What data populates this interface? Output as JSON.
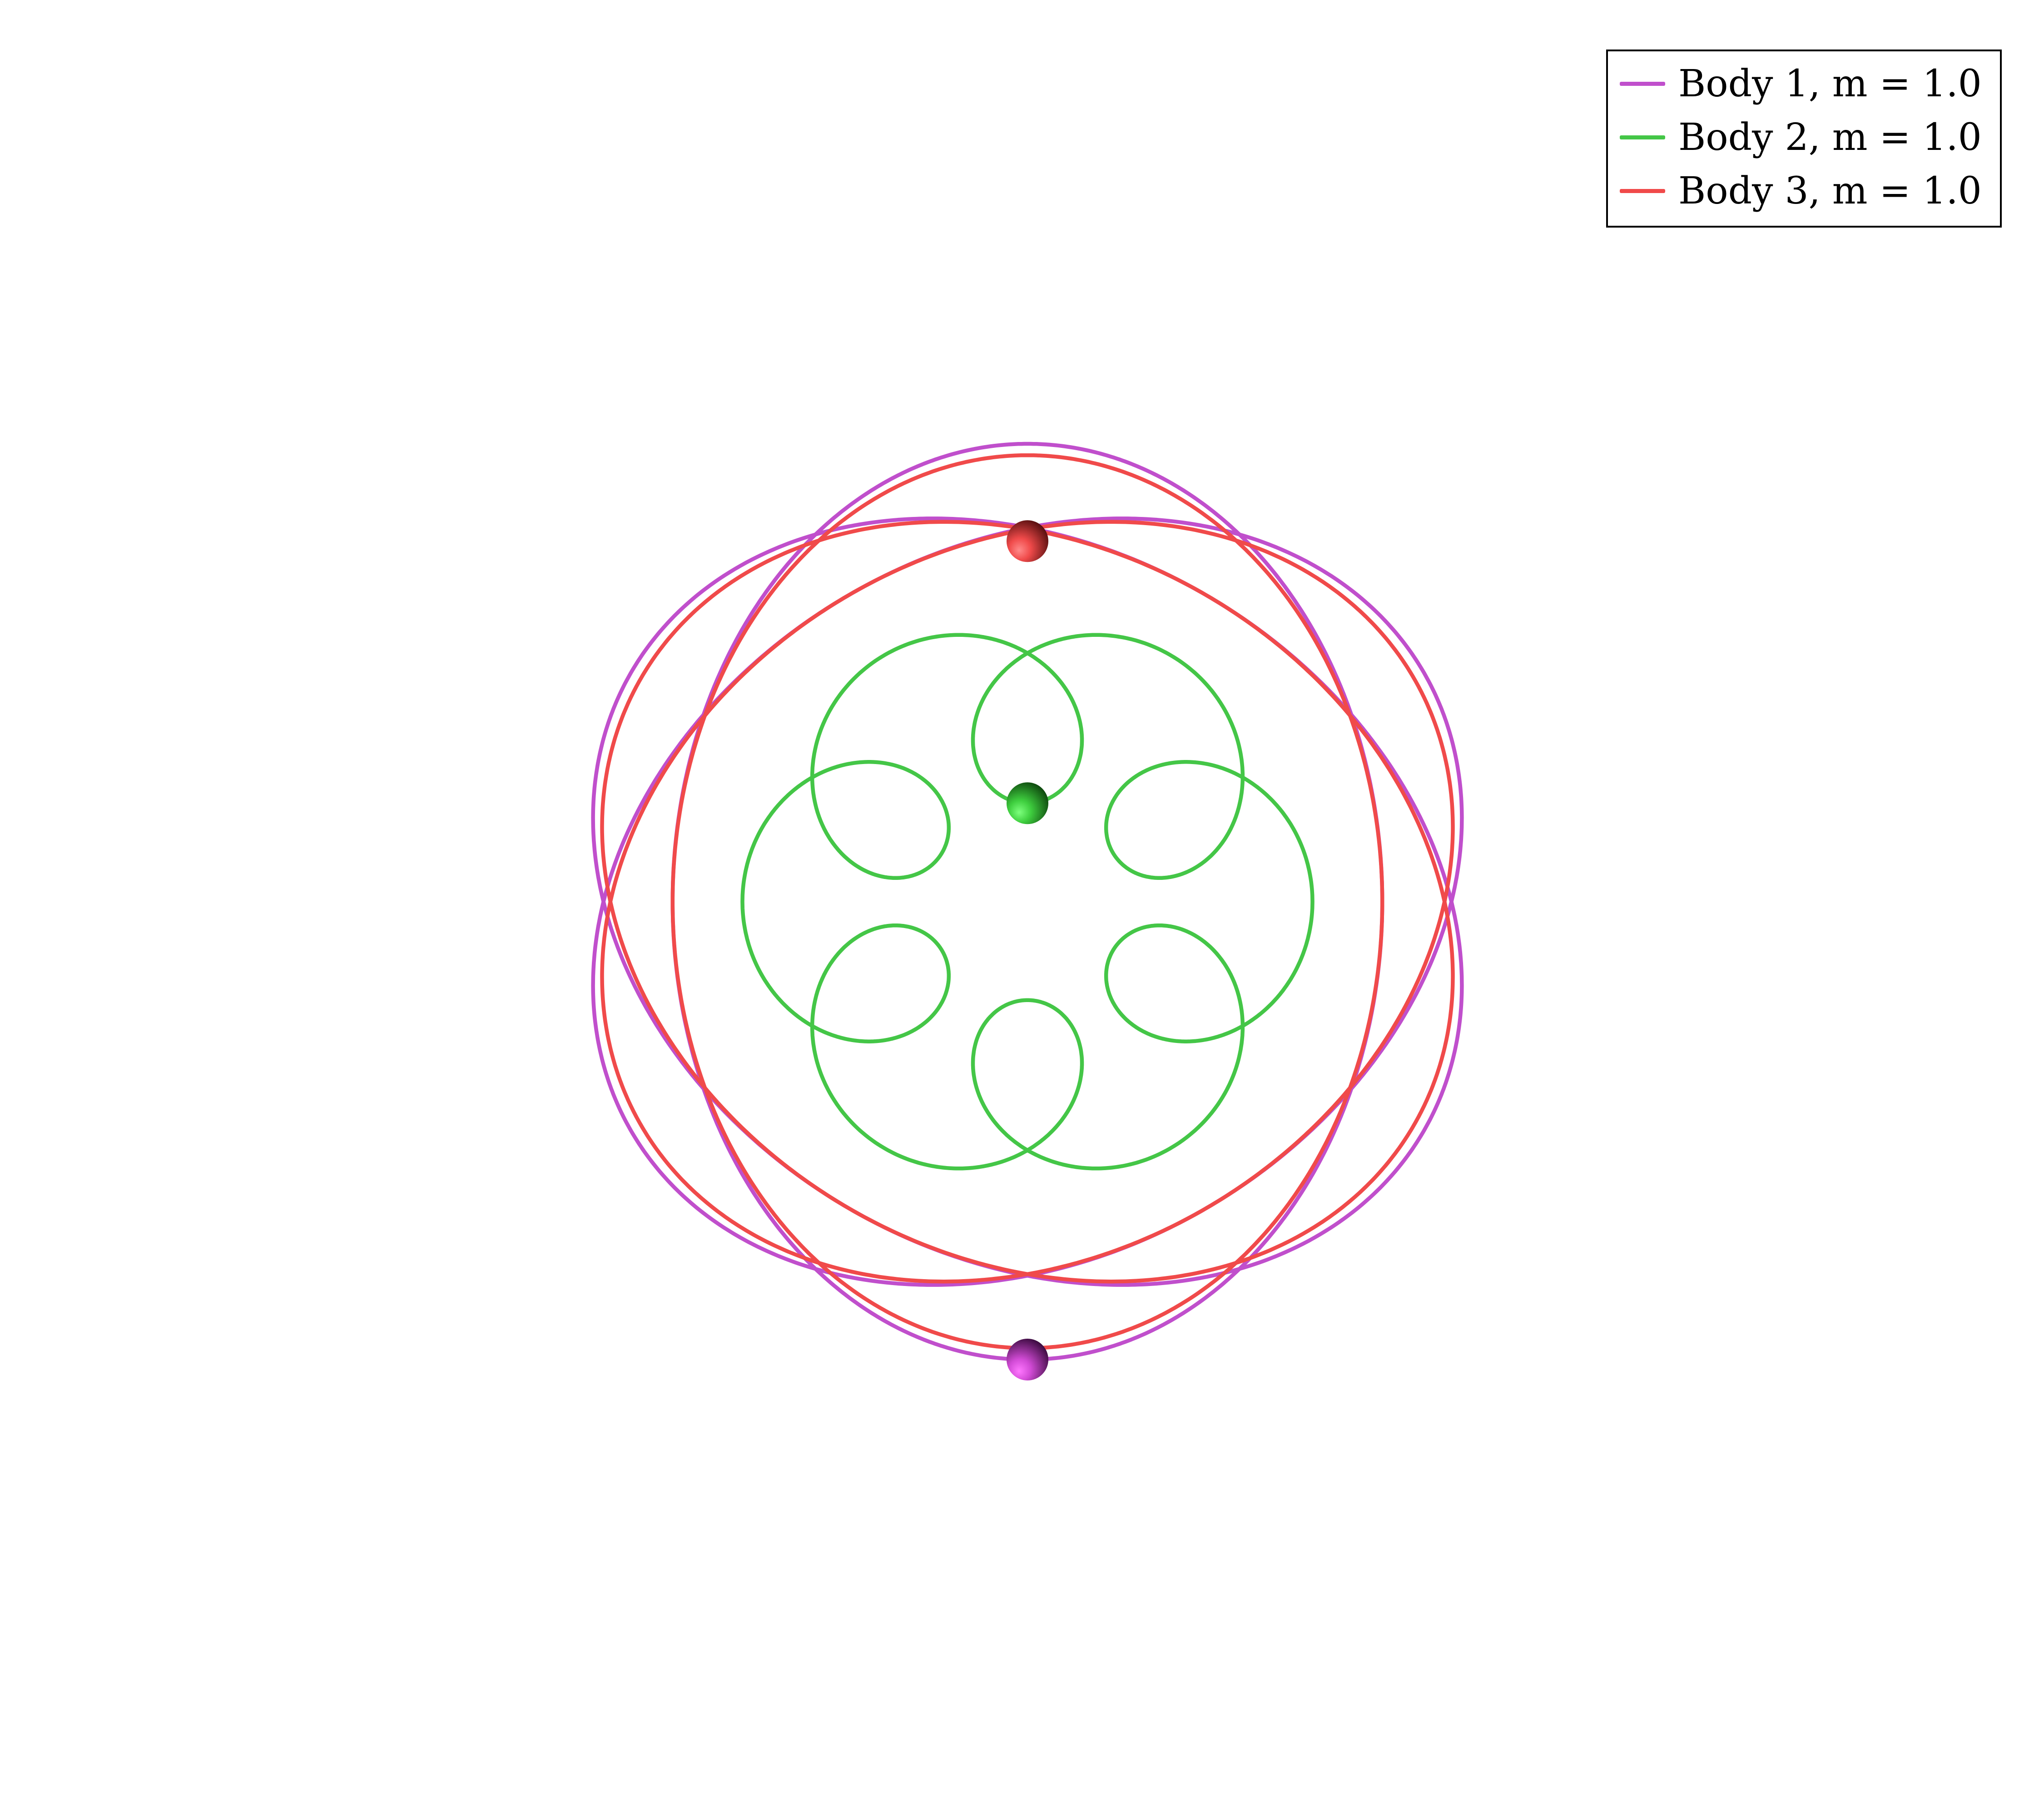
{
  "chart_data": {
    "type": "line",
    "title": "",
    "xlabel": "",
    "ylabel": "",
    "axes_visible": false,
    "grid": false,
    "aspect": "equal",
    "xlim": [
      -1.45,
      1.45
    ],
    "ylim": [
      -1.2,
      1.25
    ],
    "legend_position": "top-right",
    "series": [
      {
        "name": "Body 1, m = 1.0",
        "color": "#c04fcc",
        "curve": "rotating-ellipse",
        "semi_major": 0.8,
        "semi_minor": 0.62,
        "lobes": 3,
        "current_position": [
          0.0,
          -0.8
        ]
      },
      {
        "name": "Body 2, m = 1.0",
        "color": "#44c647",
        "curve": "epicycle-loops",
        "center_radius": 0.335,
        "loop_radius": 0.163,
        "loops": 6,
        "current_position": [
          0.0,
          0.172
        ]
      },
      {
        "name": "Body 3, m = 1.0",
        "color": "#f04a4a",
        "curve": "rotating-ellipse",
        "semi_major": 0.78,
        "semi_minor": 0.62,
        "lobes": 3,
        "current_position": [
          0.0,
          0.63
        ]
      }
    ]
  },
  "legend": {
    "entries": [
      {
        "label": "Body 1, m = 1.0",
        "color": "#c04fcc"
      },
      {
        "label": "Body 2, m = 1.0",
        "color": "#44c647"
      },
      {
        "label": "Body 3, m = 1.0",
        "color": "#f04a4a"
      }
    ]
  }
}
